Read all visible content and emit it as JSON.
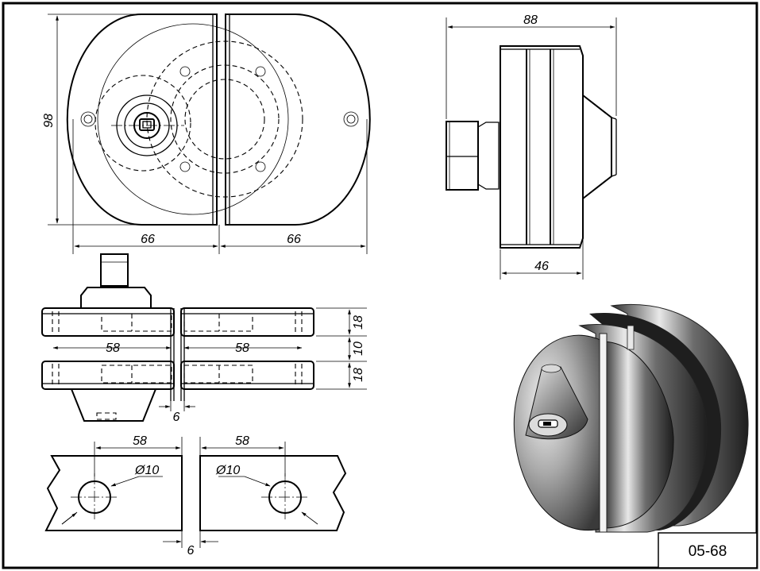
{
  "drawing": {
    "front_view": {
      "height_dim": "98",
      "left_width_dim": "66",
      "right_width_dim": "66"
    },
    "side_view": {
      "total_depth_dim": "88",
      "body_depth_dim": "46"
    },
    "section_view": {
      "left_hole_dim": "58",
      "right_hole_dim": "58",
      "top_plate_dim": "18",
      "gap_dim": "10",
      "bottom_plate_dim": "18",
      "glass_gap_dim": "6"
    },
    "glass_view": {
      "left_offset_dim": "58",
      "right_offset_dim": "58",
      "left_hole_diameter": "Ø10",
      "right_hole_diameter": "Ø10",
      "gap_dim": "6"
    },
    "product_code": "05-68"
  }
}
